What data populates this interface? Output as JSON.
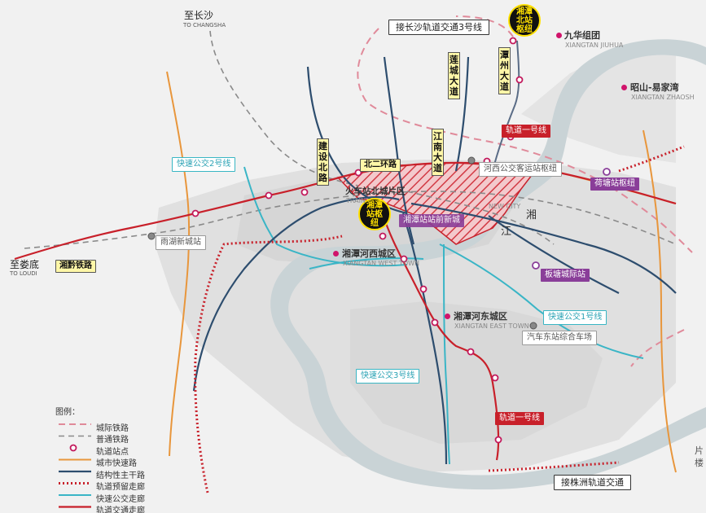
{
  "legend": {
    "title": "图例：",
    "items": [
      {
        "label": "城际铁路",
        "style": "dashed",
        "color": "#e08a9a"
      },
      {
        "label": "普通铁路",
        "style": "dashed",
        "color": "#8a8a8a"
      },
      {
        "label": "轨道站点",
        "style": "station",
        "color": "#c2185b"
      },
      {
        "label": "城市快速路",
        "style": "solid",
        "color": "#e8963c"
      },
      {
        "label": "结构性主干路",
        "style": "solid",
        "color": "#2d4d6e"
      },
      {
        "label": "轨道预留走廊",
        "style": "dotted",
        "color": "#c8202a"
      },
      {
        "label": "快速公交走廊",
        "style": "solid",
        "color": "#3ab5c6"
      },
      {
        "label": "轨道交通走廊",
        "style": "solid",
        "color": "#c8202a"
      }
    ]
  },
  "direction_labels": {
    "changsha_cn": "至长沙",
    "changsha_en": "TO CHANGSHA",
    "loudi_cn": "至娄底",
    "loudi_en": "TO LOUDI",
    "metro3": "接长沙轨道交通3号线",
    "zhuzhou": "接株洲轨道交通"
  },
  "hubs": {
    "north": "湘潭北站枢纽",
    "xiangtan": "湘潭站枢纽"
  },
  "roads": {
    "jianshe": "建设北路",
    "jiangnan": "江南大道",
    "liancheng": "莲城大道",
    "tanzhou": "潭州大道",
    "ring": "北二环路",
    "xianggang": "湘黔铁路"
  },
  "brt": {
    "line1": "快速公交1号线",
    "line2": "快速公交2号线",
    "line3": "快速公交3号线"
  },
  "metro": {
    "line1_top": "轨道一号线",
    "line1_bottom": "轨道一号线"
  },
  "stations": {
    "hetang": "荷塘站枢纽",
    "banting": "板塘城际站",
    "yuhu": "雨湖新城站",
    "hexi_bus": "河西公交客运站枢纽",
    "east_bus": "汽车东站综合车场"
  },
  "districts": {
    "huoche": "火车站北城片区",
    "huoche_en": "TRAIN",
    "xiangtan_new": "湘潭站站前新城",
    "new_city_en": "NEW CITY",
    "hexi": "湘潭河西城区",
    "hexi_en": "XIANGTAN WEST TOWN",
    "hedong": "湘潭河东城区",
    "hedong_en": "XIANGTAN EAST TOWN",
    "jiuhua": "九华组团",
    "jiuhua_en": "XIANGTAN JIUHUA",
    "zhaoshan": "昭山-易家湾",
    "zhaoshan_en": "XIANGTAN ZHAOSH"
  },
  "river": {
    "char1": "湘",
    "char2": "江"
  },
  "edge": {
    "pian": "片",
    "lou": "楼"
  },
  "colors": {
    "river": "#c9d3d6",
    "urban": "#dcdcdc",
    "metro_red": "#c8202a",
    "arterial_navy": "#2d4d6e",
    "brt_teal": "#3ab5c6",
    "expressway_orange": "#e8963c",
    "intercity_pink": "#e08a9a",
    "railway_grey": "#8a8a8a",
    "district_pink": "#d0146b",
    "hub_purple": "#8a3e99"
  }
}
